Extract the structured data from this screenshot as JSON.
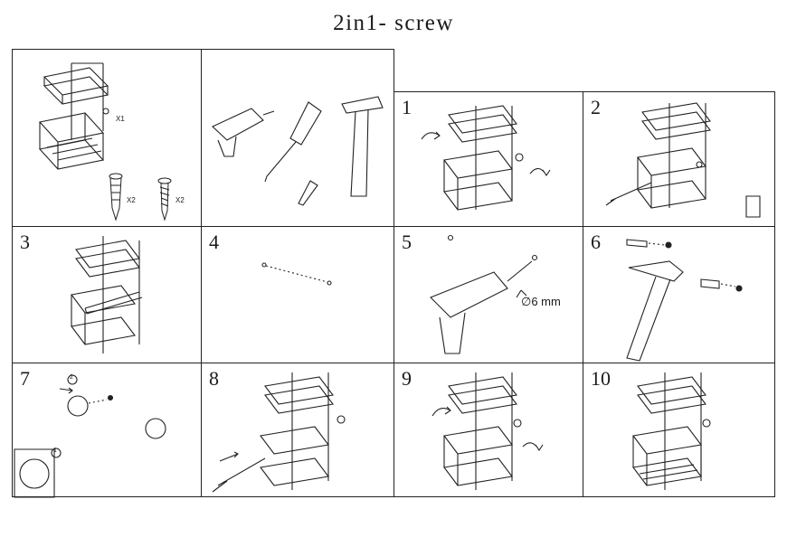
{
  "title": "2in1- screw",
  "contents": {
    "shelf_qty": "X1",
    "anchor_qty": "X2",
    "screw_qty": "X2"
  },
  "steps": [
    {
      "number": "1"
    },
    {
      "number": "2"
    },
    {
      "number": "3"
    },
    {
      "number": "4"
    },
    {
      "number": "5",
      "drill_size": "∅6 mm"
    },
    {
      "number": "6"
    },
    {
      "number": "7",
      "marker_2": "2",
      "marker_1": "1"
    },
    {
      "number": "8"
    },
    {
      "number": "9"
    },
    {
      "number": "10"
    }
  ]
}
